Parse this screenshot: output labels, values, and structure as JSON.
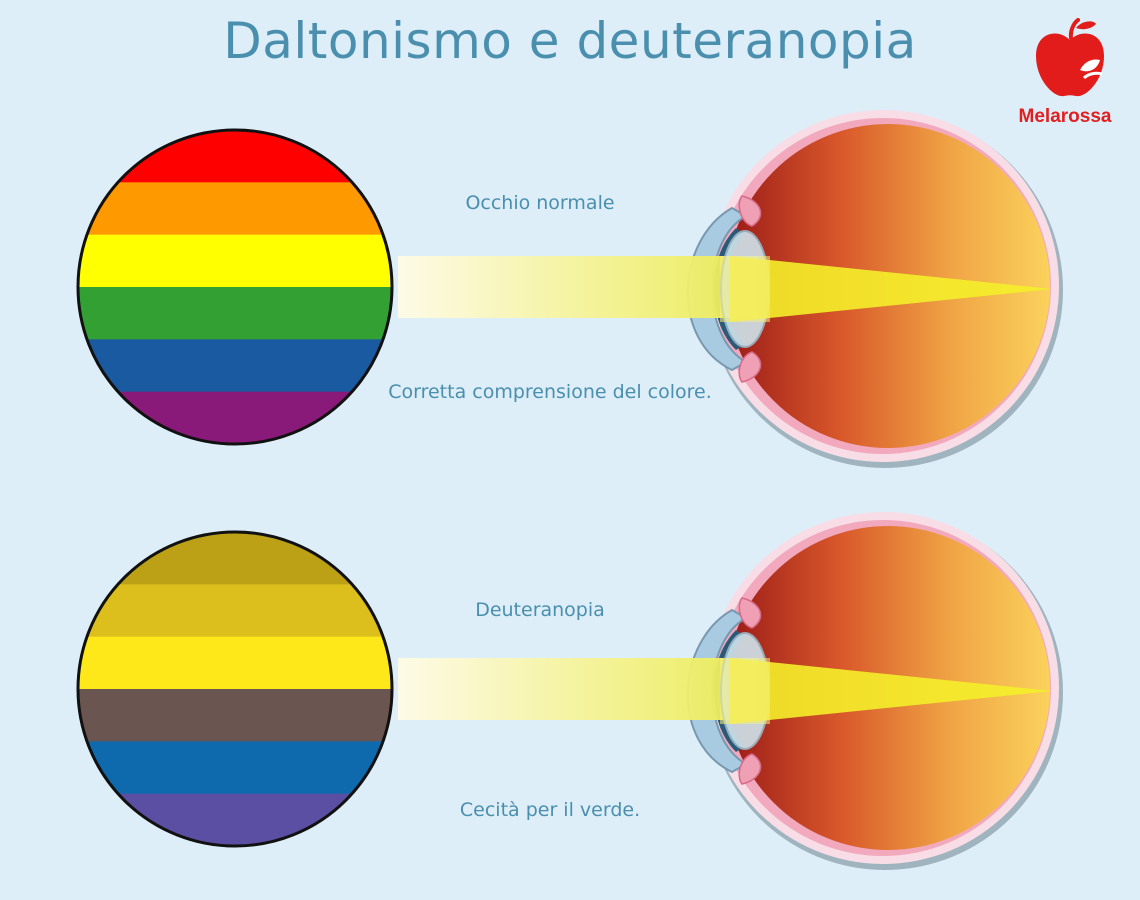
{
  "title": "Daltonismo e deuteranopia",
  "brand": "Melarossa",
  "colors": {
    "background": "#ddeef8",
    "text": "#4a8fae",
    "brand_red": "#e02020"
  },
  "panels": [
    {
      "label_top": "Occhio normale",
      "label_bottom": "Corretta comprensione del colore.",
      "stripes": [
        "#ff0000",
        "#ff9900",
        "#ffff00",
        "#33a033",
        "#1a5aa0",
        "#8a1a7a"
      ]
    },
    {
      "label_top": "Deuteranopia",
      "label_bottom": "Cecità per il verde.",
      "stripes": [
        "#bca016",
        "#dcbf1c",
        "#ffe81a",
        "#6a5550",
        "#0e6aad",
        "#5a4fa2"
      ]
    }
  ],
  "icons": [
    "apple-icon"
  ]
}
